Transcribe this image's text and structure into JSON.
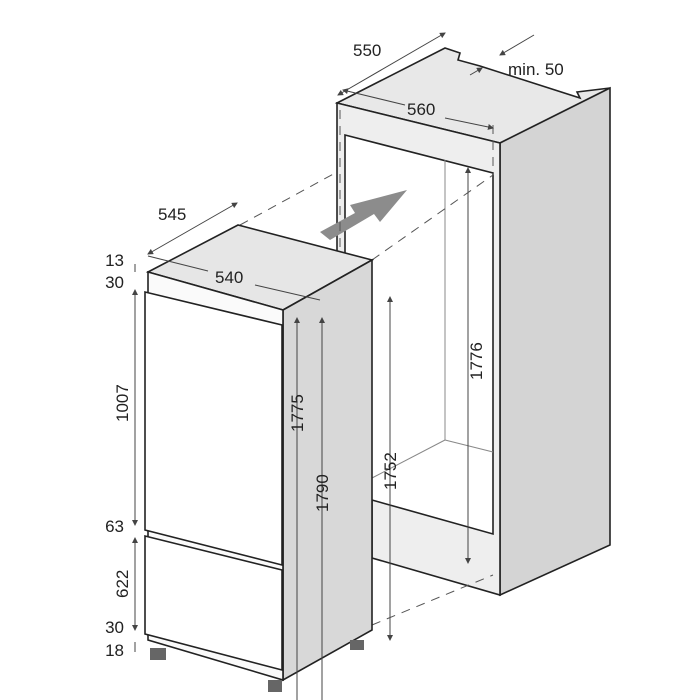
{
  "niche": {
    "depth": "550",
    "width": "560",
    "ventilation": "min. 50",
    "height": "1776"
  },
  "appliance": {
    "depth": "545",
    "width": "540",
    "height_body": "1775",
    "height_total": "1790",
    "height_side": "1752",
    "top_gap": "13",
    "top_panel": "30",
    "upper_door": "1007",
    "door_gap": "63",
    "lower_door": "622",
    "bottom_panel": "30",
    "feet": "18"
  },
  "colors": {
    "panel": "#e3e3e3",
    "side": "#d6d6d6",
    "arrow": "#8c8c8c",
    "line": "#222222"
  }
}
